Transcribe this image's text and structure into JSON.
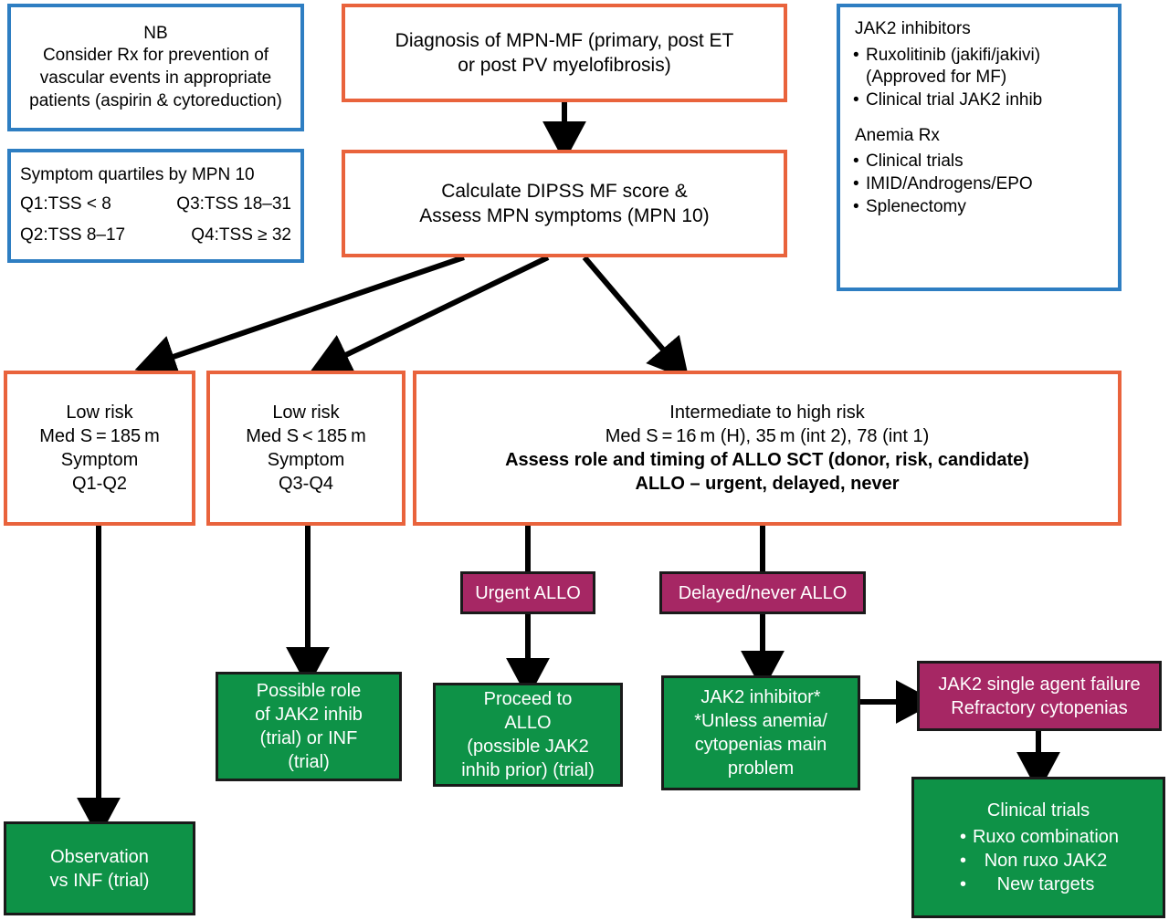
{
  "diagram": {
    "title": "MPN-MF treatment algorithm flowchart",
    "colors": {
      "orange_border": "#E9633C",
      "blue_border": "#2E7EC2",
      "green_fill": "#0E9247",
      "purple_fill": "#A62764",
      "arrow": "#000000",
      "text_dark": "#000000",
      "text_light": "#FFFFFF"
    }
  },
  "nb_note": {
    "lines": [
      "NB",
      "Consider Rx for prevention of",
      "vascular events in appropriate",
      "patients (aspirin & cytoreduction)"
    ]
  },
  "symptom_quartiles": {
    "heading": "Symptom quartiles by MPN 10",
    "rows": [
      {
        "left": "Q1:TSS < 8",
        "right": "Q3:TSS 18–31"
      },
      {
        "left": "Q2:TSS 8–17",
        "right": "Q4:TSS ≥ 32"
      }
    ]
  },
  "diagnosis": {
    "lines": [
      "Diagnosis of MPN-MF (primary, post ET",
      "or post PV myelofibrosis)"
    ]
  },
  "dipss": {
    "lines": [
      "Calculate DIPSS MF score &",
      "Assess MPN symptoms (MPN 10)"
    ]
  },
  "side_panel": {
    "section1_title": "JAK2 inhibitors",
    "section1_items": [
      "Ruxolitinib (jakifi/jakivi)",
      "(Approved for MF)",
      "Clinical trial JAK2 inhib"
    ],
    "section2_title": "Anemia Rx",
    "section2_items": [
      "Clinical trials",
      "IMID/Androgens/EPO",
      "Splenectomy"
    ]
  },
  "risk_low_1": {
    "lines": [
      "Low risk",
      "Med S = 185 m",
      "Symptom",
      "Q1-Q2"
    ]
  },
  "risk_low_2": {
    "lines": [
      "Low risk",
      "Med S < 185 m",
      "Symptom",
      "Q3-Q4"
    ]
  },
  "risk_high": {
    "line1": "Intermediate to high risk",
    "line2": "Med S = 16 m (H), 35 m (int 2), 78 (int 1)",
    "line3_bold": "Assess role and timing of ALLO SCT (donor, risk, candidate)",
    "line4_bold": "ALLO – urgent, delayed, never"
  },
  "urgent_allo": {
    "label": "Urgent ALLO"
  },
  "delayed_allo": {
    "label": "Delayed/never ALLO"
  },
  "observation": {
    "lines": [
      "Observation",
      "vs INF (trial)"
    ]
  },
  "possible_role": {
    "lines": [
      "Possible role",
      "of JAK2 inhib",
      "(trial) or INF",
      "(trial)"
    ]
  },
  "proceed_allo": {
    "lines": [
      "Proceed to",
      "ALLO",
      "(possible JAK2",
      "inhib prior) (trial)"
    ]
  },
  "jak2_inhibitor": {
    "lines": [
      "JAK2 inhibitor*",
      "*Unless anemia/",
      "cytopenias main",
      "problem"
    ]
  },
  "jak2_failure": {
    "lines": [
      "JAK2 single agent failure",
      "Refractory cytopenias"
    ]
  },
  "clinical_trials": {
    "heading": "Clinical trials",
    "items": [
      "Ruxo combination",
      "Non ruxo JAK2",
      "New targets"
    ]
  }
}
